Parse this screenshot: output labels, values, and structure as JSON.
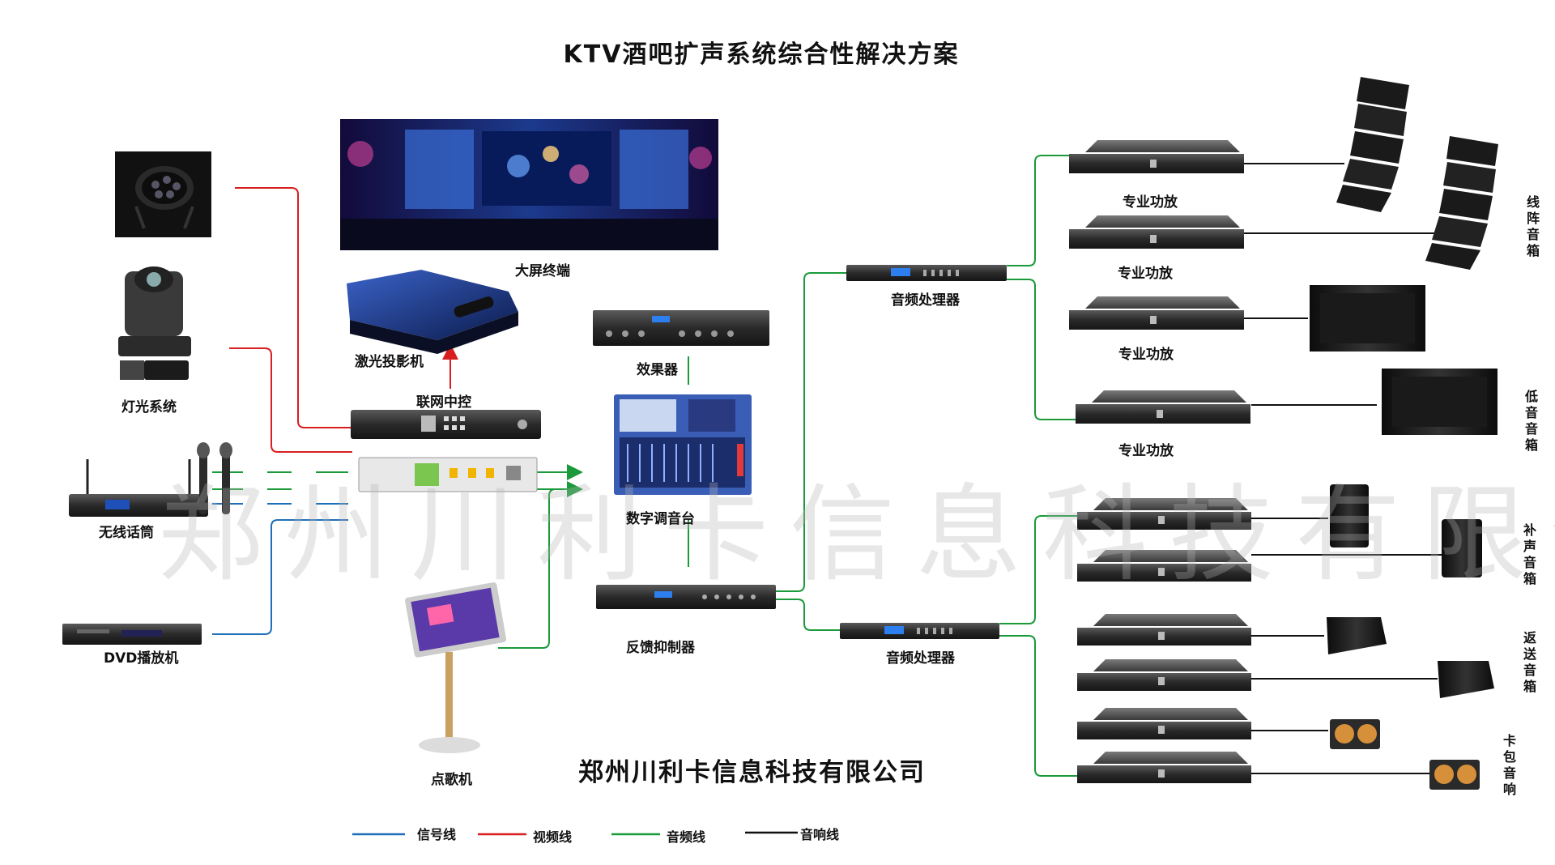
{
  "title": "KTV酒吧扩声系统综合性解决方案",
  "company": "郑州川利卡信息科技有限公司",
  "watermark": "郑州川利卡信息科技有限公司",
  "devices": {
    "lighting": "灯光系统",
    "wireless_mic": "无线话筒",
    "dvd": "DVD播放机",
    "big_screen": "大屏终端",
    "laser_projector": "激光投影机",
    "network_control": "联网中控",
    "effects": "效果器",
    "mixer": "数字调音台",
    "feedback": "反馈抑制器",
    "jukebox": "点歌机",
    "processor_top": "音频处理器",
    "processor_bottom": "音频处理器",
    "amp1": "专业功放",
    "amp2": "专业功放",
    "amp3": "专业功放",
    "amp4": "专业功放"
  },
  "speaker_groups": {
    "line_array": "线阵音箱",
    "sub": "低音音箱",
    "fill": "补声音箱",
    "monitor": "返送音箱",
    "booth": "卡包音响"
  },
  "legend": [
    {
      "label": "信号线",
      "color": "#1f6fb8"
    },
    {
      "label": "视频线",
      "color": "#d81e1e"
    },
    {
      "label": "音频线",
      "color": "#1a9a3a"
    },
    {
      "label": "音响线",
      "color": "#111111"
    }
  ],
  "colors": {
    "signal": "#1f6fb8",
    "video": "#d81e1e",
    "audio": "#1a9a3a",
    "speaker": "#111111"
  }
}
